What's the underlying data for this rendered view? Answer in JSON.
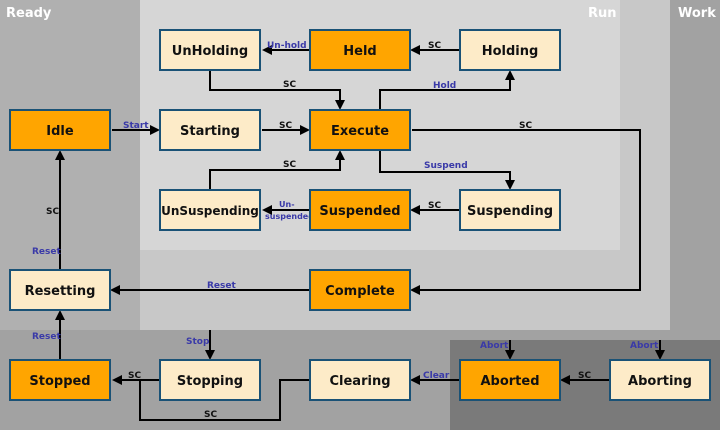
{
  "colors": {
    "ready_bg": "#b0b0b0",
    "run_bg": "#d6d6d6",
    "work_bg": "#a2a2a2",
    "work_deep_bg": "#7a7a7a",
    "outer_light_bg": "#c8c8c8",
    "state_active": "#ffa500",
    "state_wait": "#fdebc8",
    "state_border": "#1a5276",
    "edge": "#000000",
    "edge_label_blue": "#3a3aa8"
  },
  "regions": {
    "ready": "Ready",
    "run": "Run",
    "work": "Work"
  },
  "states": {
    "unholding": {
      "label": "UnHolding",
      "kind": "wait"
    },
    "held": {
      "label": "Held",
      "kind": "active"
    },
    "holding": {
      "label": "Holding",
      "kind": "wait"
    },
    "idle": {
      "label": "Idle",
      "kind": "active"
    },
    "starting": {
      "label": "Starting",
      "kind": "wait"
    },
    "execute": {
      "label": "Execute",
      "kind": "active"
    },
    "unsuspending": {
      "label": "UnSuspending",
      "kind": "wait"
    },
    "suspended": {
      "label": "Suspended",
      "kind": "active"
    },
    "suspending": {
      "label": "Suspending",
      "kind": "wait"
    },
    "resetting": {
      "label": "Resetting",
      "kind": "wait"
    },
    "complete": {
      "label": "Complete",
      "kind": "active"
    },
    "stopped": {
      "label": "Stopped",
      "kind": "active"
    },
    "stopping": {
      "label": "Stopping",
      "kind": "wait"
    },
    "clearing": {
      "label": "Clearing",
      "kind": "wait"
    },
    "aborted": {
      "label": "Aborted",
      "kind": "active"
    },
    "aborting": {
      "label": "Aborting",
      "kind": "wait"
    }
  },
  "edge_labels": {
    "unhold": "Un-hold",
    "held_sc": "SC",
    "unholding_sc": "SC",
    "hold": "Hold",
    "start": "Start",
    "starting_sc": "SC",
    "execute_sc": "SC",
    "unsuspending_sc": "SC",
    "suspend": "Suspend",
    "unsuspend_line1": "Un-",
    "unsuspend_line2": "suspended",
    "suspending_sc": "SC",
    "resetting_sc": "SC",
    "reset_to_idle": "Reset",
    "complete_reset": "Reset",
    "stopped_reset": "Reset",
    "stop": "Stop",
    "stopping_sc": "SC",
    "stopping_sc_bottom": "SC",
    "clear": "Clear",
    "abort_left": "Abort",
    "abort_right": "Abort",
    "aborting_sc": "SC"
  }
}
